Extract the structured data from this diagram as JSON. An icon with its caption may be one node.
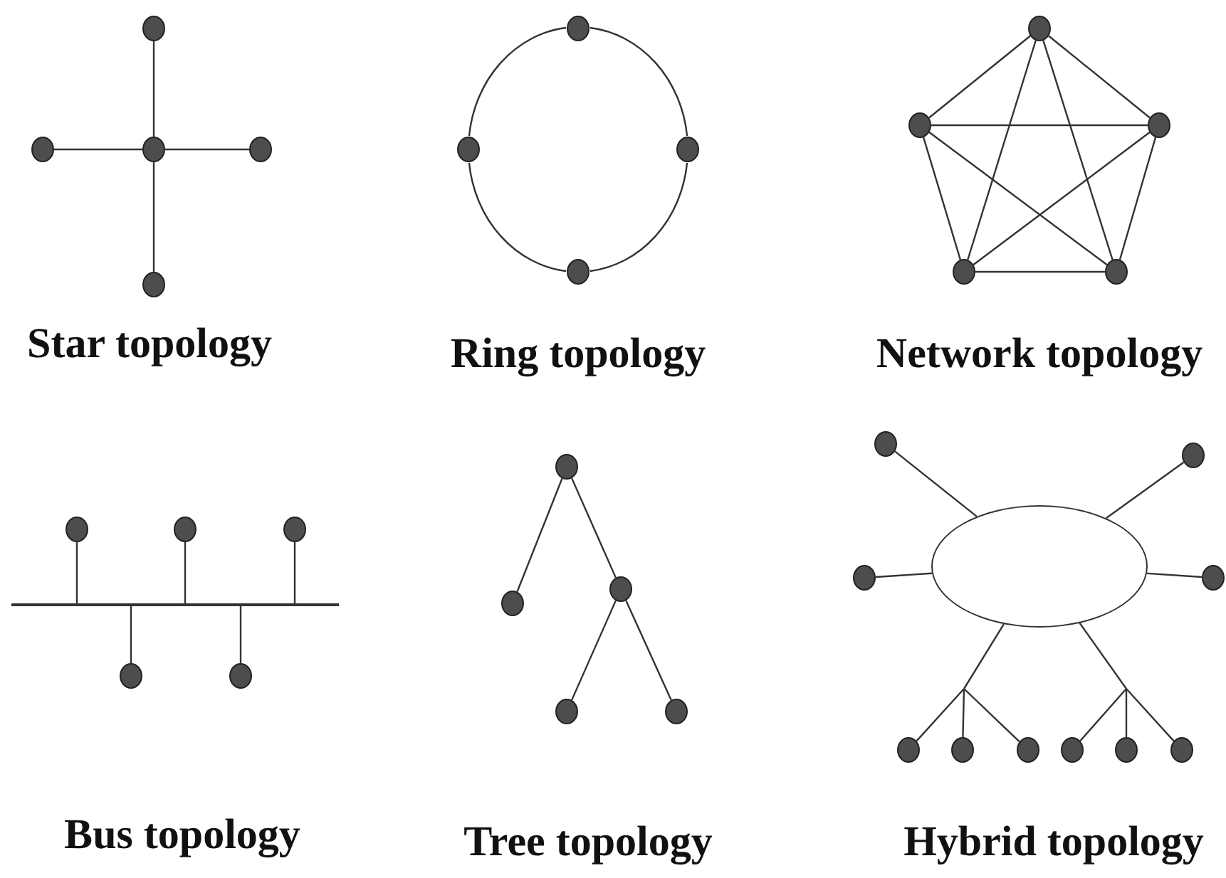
{
  "diagram": {
    "nodes": [
      {
        "text": [],
        "shape": "circle"
      },
      {
        "text": [],
        "shape": "circle"
      },
      {
        "text": [],
        "shape": "circle"
      },
      {
        "text": [],
        "shape": "circle"
      },
      {
        "text": [],
        "shape": "circle"
      },
      {
        "text": [],
        "shape": "circle"
      },
      {
        "text": [],
        "shape": "circle"
      },
      {
        "text": [],
        "shape": "circle"
      },
      {
        "text": [],
        "shape": "circle"
      },
      {
        "text": [],
        "shape": "circle"
      },
      {
        "text": [],
        "shape": "circle"
      },
      {
        "text": [],
        "shape": "circle"
      },
      {
        "text": [],
        "shape": "circle"
      },
      {
        "text": [],
        "shape": "circle"
      },
      {
        "text": [],
        "shape": "circle"
      },
      {
        "text": [],
        "shape": "circle"
      },
      {
        "text": [],
        "shape": "circle"
      },
      {
        "text": [],
        "shape": "bar"
      },
      {
        "text": [],
        "shape": "circle"
      },
      {
        "text": [],
        "shape": "circle"
      },
      {
        "text": [],
        "shape": "circle"
      },
      {
        "text": [],
        "shape": "circle"
      },
      {
        "text": [],
        "shape": "circle"
      },
      {
        "text": [],
        "shape": "circle"
      },
      {
        "text": [],
        "shape": "circle"
      },
      {
        "text": [],
        "shape": "circle"
      },
      {
        "text": [],
        "shape": "circle"
      },
      {
        "text": [],
        "shape": "circle"
      },
      {
        "text": [],
        "shape": "ellipse"
      },
      {
        "text": [],
        "shape": "circle"
      },
      {
        "text": [],
        "shape": "circle"
      },
      {
        "text": [],
        "shape": "circle"
      },
      {
        "text": [],
        "shape": "circle"
      },
      {
        "text": [],
        "shape": "circle"
      },
      {
        "text": [],
        "shape": "circle"
      },
      {
        "text": [],
        "shape": "circle"
      }
    ],
    "edges": [
      {
        "from": 2,
        "to": 0,
        "arrow": "none"
      },
      {
        "from": 2,
        "to": 1,
        "arrow": "none"
      },
      {
        "from": 2,
        "to": 3,
        "arrow": "none"
      },
      {
        "from": 2,
        "to": 4,
        "arrow": "none"
      },
      {
        "from": 5,
        "to": 7,
        "arrow": "none"
      },
      {
        "from": 7,
        "to": 8,
        "arrow": "none"
      },
      {
        "from": 8,
        "to": 6,
        "arrow": "none"
      },
      {
        "from": 6,
        "to": 5,
        "arrow": "none"
      },
      {
        "from": 9,
        "to": 10,
        "arrow": "none"
      },
      {
        "from": 9,
        "to": 11,
        "arrow": "none"
      },
      {
        "from": 9,
        "to": 12,
        "arrow": "none"
      },
      {
        "from": 9,
        "to": 13,
        "arrow": "none"
      },
      {
        "from": 10,
        "to": 11,
        "arrow": "none"
      },
      {
        "from": 10,
        "to": 12,
        "arrow": "none"
      },
      {
        "from": 10,
        "to": 13,
        "arrow": "none"
      },
      {
        "from": 11,
        "to": 12,
        "arrow": "none"
      },
      {
        "from": 11,
        "to": 13,
        "arrow": "none"
      },
      {
        "from": 12,
        "to": 13,
        "arrow": "none"
      },
      {
        "from": 14,
        "to": 17,
        "arrow": "none"
      },
      {
        "from": 15,
        "to": 17,
        "arrow": "none"
      },
      {
        "from": 16,
        "to": 17,
        "arrow": "none"
      },
      {
        "from": 17,
        "to": 18,
        "arrow": "none"
      },
      {
        "from": 17,
        "to": 19,
        "arrow": "none"
      },
      {
        "from": 20,
        "to": 21,
        "arrow": "none"
      },
      {
        "from": 20,
        "to": 22,
        "arrow": "none"
      },
      {
        "from": 22,
        "to": 23,
        "arrow": "none"
      },
      {
        "from": 22,
        "to": 24,
        "arrow": "none"
      },
      {
        "from": 28,
        "to": 25,
        "arrow": "none"
      },
      {
        "from": 28,
        "to": 26,
        "arrow": "none"
      },
      {
        "from": 28,
        "to": 27,
        "arrow": "none"
      },
      {
        "from": 28,
        "to": 29,
        "arrow": "none"
      },
      {
        "from": 28,
        "to": 30,
        "arrow": "none"
      },
      {
        "from": 28,
        "to": 31,
        "arrow": "none"
      },
      {
        "from": 28,
        "to": 32,
        "arrow": "none"
      },
      {
        "from": 28,
        "to": 33,
        "arrow": "none"
      },
      {
        "from": 28,
        "to": 34,
        "arrow": "none"
      },
      {
        "from": 28,
        "to": 35,
        "arrow": "none"
      }
    ],
    "labels": [
      "Star topology",
      "Ring topology",
      "Network topology",
      "Bus topology",
      "Tree topology",
      "Hybrid topology"
    ]
  }
}
